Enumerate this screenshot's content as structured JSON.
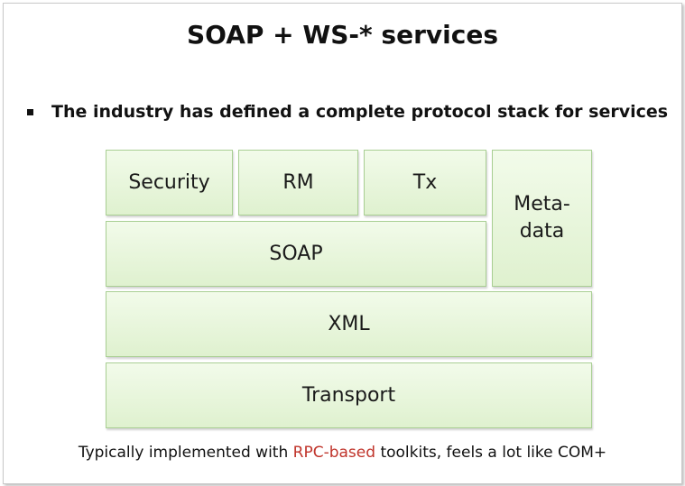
{
  "slide": {
    "title": "SOAP + WS-* services",
    "bullet": "The industry has defined a complete protocol stack for services"
  },
  "stack": {
    "security": "Security",
    "rm": "RM",
    "tx": "Tx",
    "metadata": "Meta-\ndata",
    "soap": "SOAP",
    "xml": "XML",
    "transport": "Transport"
  },
  "caption": {
    "before": "Typically implemented with ",
    "highlight": "RPC-based",
    "after": " toolkits, feels a lot like COM+",
    "highlight_color": "#c0342b"
  },
  "colors": {
    "box_fill": "#e6f5d9",
    "box_border": "#a9cf93"
  }
}
